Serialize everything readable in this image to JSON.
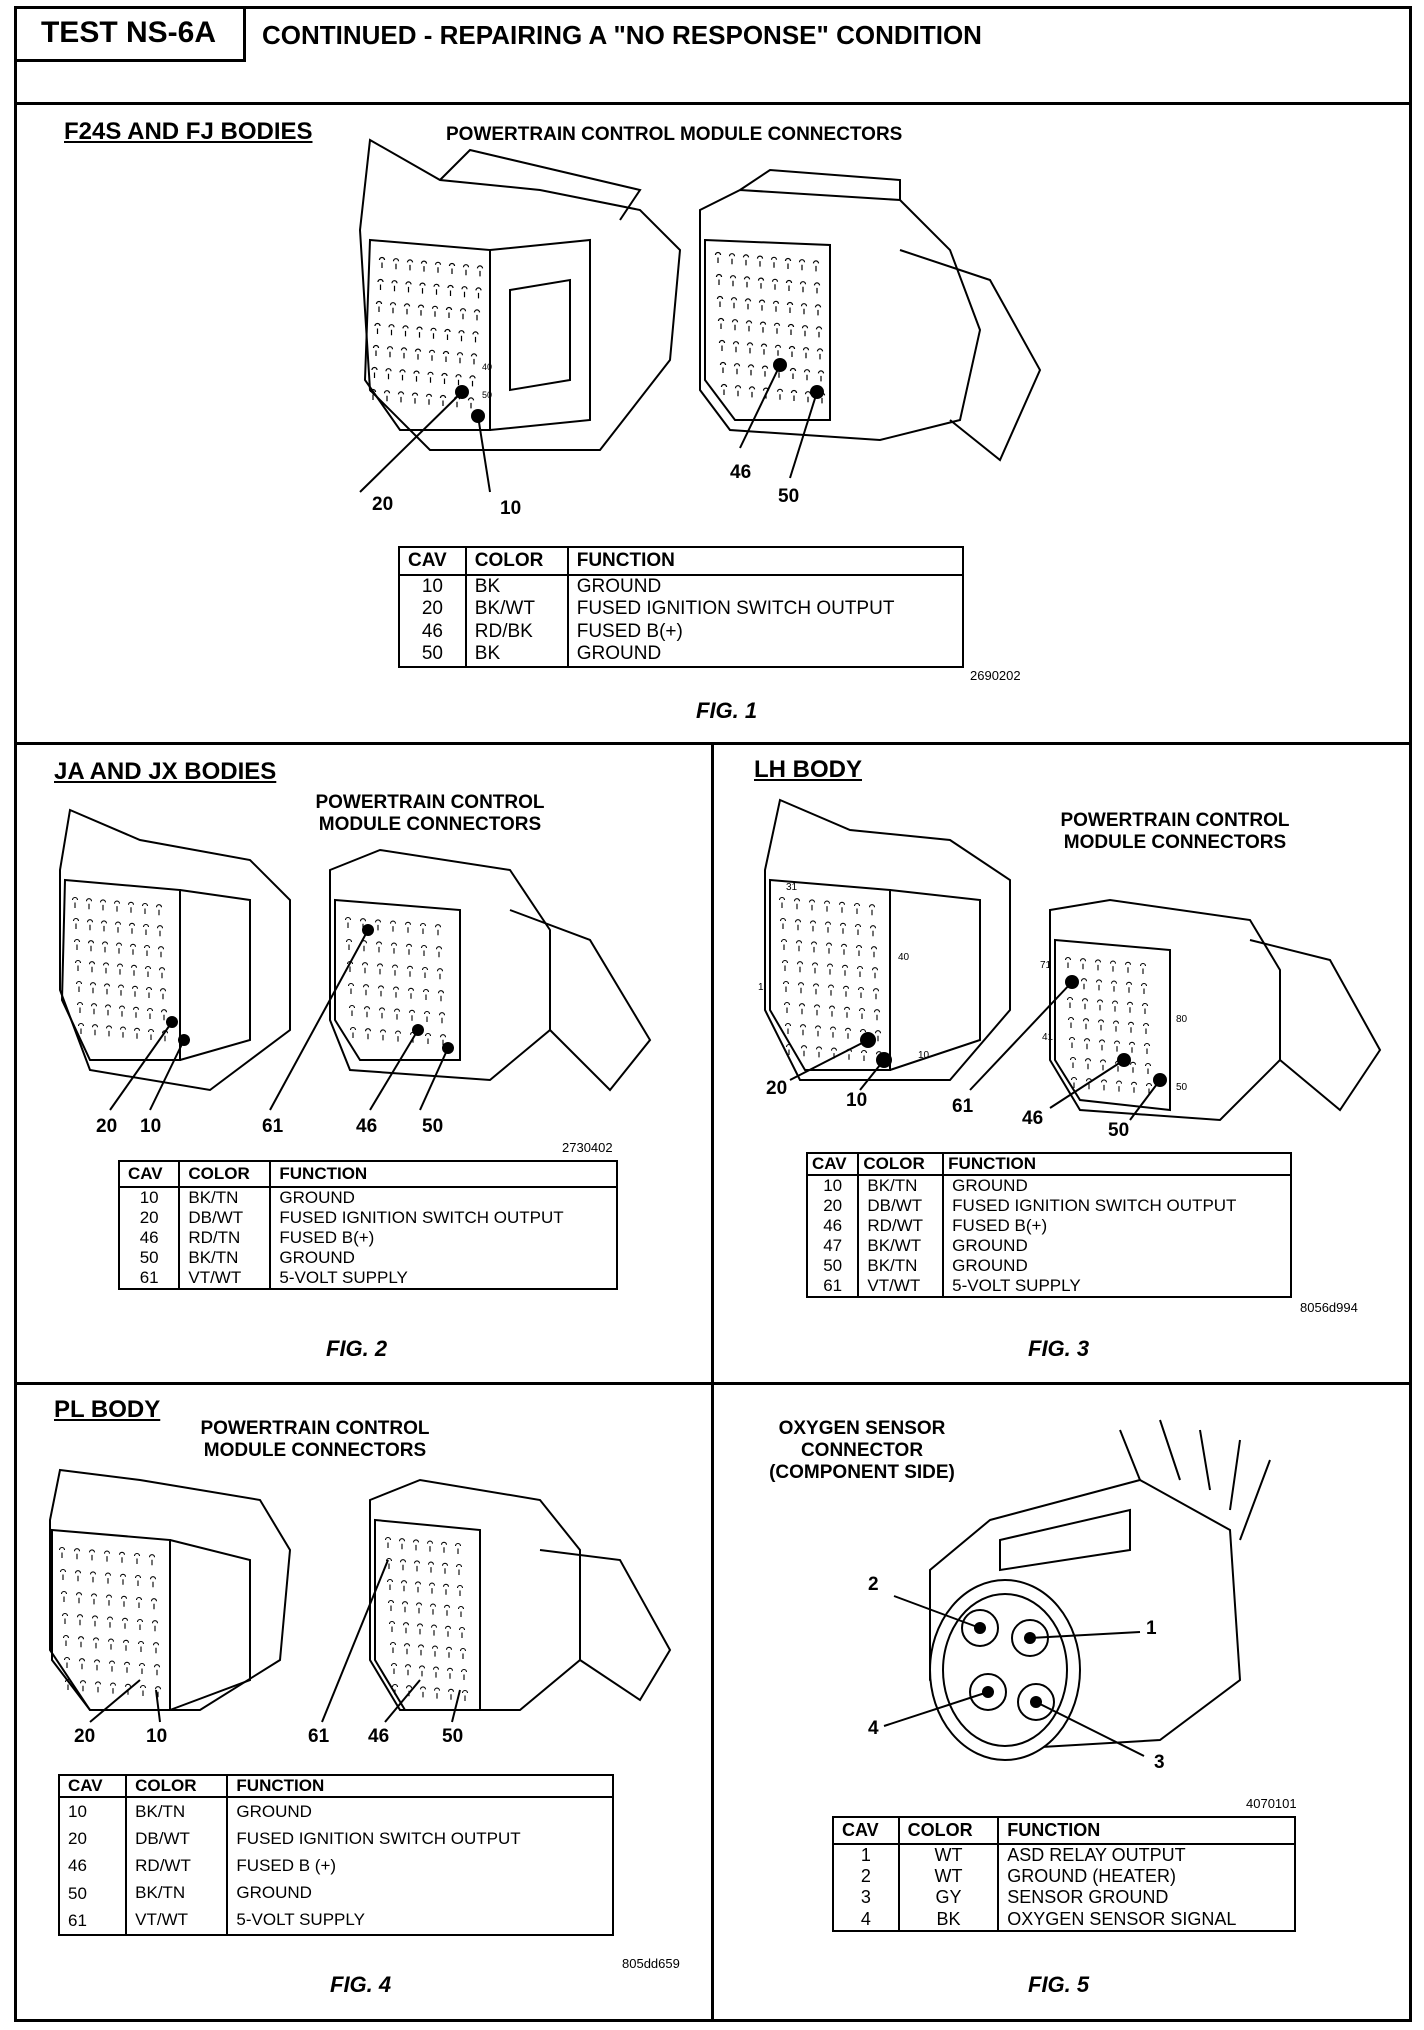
{
  "header": {
    "test_id": "TEST NS-6A",
    "title": "CONTINUED - REPAIRING A \"NO RESPONSE\" CONDITION"
  },
  "fig1": {
    "body_title": "F24S AND FJ BODIES",
    "connector_label": "POWERTRAIN CONTROL MODULE CONNECTORS",
    "callouts": [
      "20",
      "10",
      "46",
      "50"
    ],
    "pin_labels": [
      "40",
      "50"
    ],
    "table": {
      "headers": [
        "CAV",
        "COLOR",
        "FUNCTION"
      ],
      "rows": [
        [
          "10",
          "BK",
          "GROUND"
        ],
        [
          "20",
          "BK/WT",
          "FUSED IGNITION SWITCH OUTPUT"
        ],
        [
          "46",
          "RD/BK",
          "FUSED B(+)"
        ],
        [
          "50",
          "BK",
          "GROUND"
        ]
      ]
    },
    "code": "2690202",
    "caption": "FIG. 1"
  },
  "fig2": {
    "body_title": "JA AND JX BODIES",
    "connector_label": "POWERTRAIN CONTROL MODULE CONNECTORS",
    "callouts": [
      "20",
      "10",
      "61",
      "46",
      "50"
    ],
    "table": {
      "headers": [
        "CAV",
        "COLOR",
        "FUNCTION"
      ],
      "rows": [
        [
          "10",
          "BK/TN",
          "GROUND"
        ],
        [
          "20",
          "DB/WT",
          "FUSED IGNITION SWITCH OUTPUT"
        ],
        [
          "46",
          "RD/TN",
          "FUSED B(+)"
        ],
        [
          "50",
          "BK/TN",
          "GROUND"
        ],
        [
          "61",
          "VT/WT",
          "5-VOLT SUPPLY"
        ]
      ]
    },
    "code": "2730402",
    "caption": "FIG. 2"
  },
  "fig3": {
    "body_title": "LH BODY",
    "connector_label": "POWERTRAIN CONTROL MODULE CONNECTORS",
    "callouts": [
      "20",
      "10",
      "61",
      "46",
      "50"
    ],
    "pin_labels": [
      "31",
      "40",
      "1",
      "10",
      "71",
      "80",
      "41",
      "50"
    ],
    "table": {
      "headers": [
        "CAV",
        "COLOR",
        "FUNCTION"
      ],
      "rows": [
        [
          "10",
          "BK/TN",
          "GROUND"
        ],
        [
          "20",
          "DB/WT",
          "FUSED IGNITION SWITCH OUTPUT"
        ],
        [
          "46",
          "RD/WT",
          "FUSED B(+)"
        ],
        [
          "47",
          "BK/WT",
          "GROUND"
        ],
        [
          "50",
          "BK/TN",
          "GROUND"
        ],
        [
          "61",
          "VT/WT",
          "5-VOLT SUPPLY"
        ]
      ]
    },
    "code": "8056d994",
    "caption": "FIG. 3"
  },
  "fig4": {
    "body_title": "PL BODY",
    "connector_label": "POWERTRAIN CONTROL MODULE CONNECTORS",
    "callouts": [
      "20",
      "10",
      "61",
      "46",
      "50"
    ],
    "table": {
      "headers": [
        "CAV",
        "COLOR",
        "FUNCTION"
      ],
      "rows": [
        [
          "10",
          "BK/TN",
          "GROUND"
        ],
        [
          "20",
          "DB/WT",
          "FUSED IGNITION SWITCH OUTPUT"
        ],
        [
          "46",
          "RD/WT",
          "FUSED B (+)"
        ],
        [
          "50",
          "BK/TN",
          "GROUND"
        ],
        [
          "61",
          "VT/WT",
          "5-VOLT SUPPLY"
        ]
      ]
    },
    "code": "805dd659",
    "caption": "FIG. 4"
  },
  "fig5": {
    "connector_label": "OXYGEN SENSOR CONNECTOR (COMPONENT SIDE)",
    "callouts": [
      "2",
      "1",
      "4",
      "3"
    ],
    "table": {
      "headers": [
        "CAV",
        "COLOR",
        "FUNCTION"
      ],
      "rows": [
        [
          "1",
          "WT",
          "ASD RELAY OUTPUT"
        ],
        [
          "2",
          "WT",
          "GROUND (HEATER)"
        ],
        [
          "3",
          "GY",
          "SENSOR GROUND"
        ],
        [
          "4",
          "BK",
          "OXYGEN SENSOR SIGNAL"
        ]
      ]
    },
    "code": "4070101",
    "caption": "FIG. 5"
  }
}
